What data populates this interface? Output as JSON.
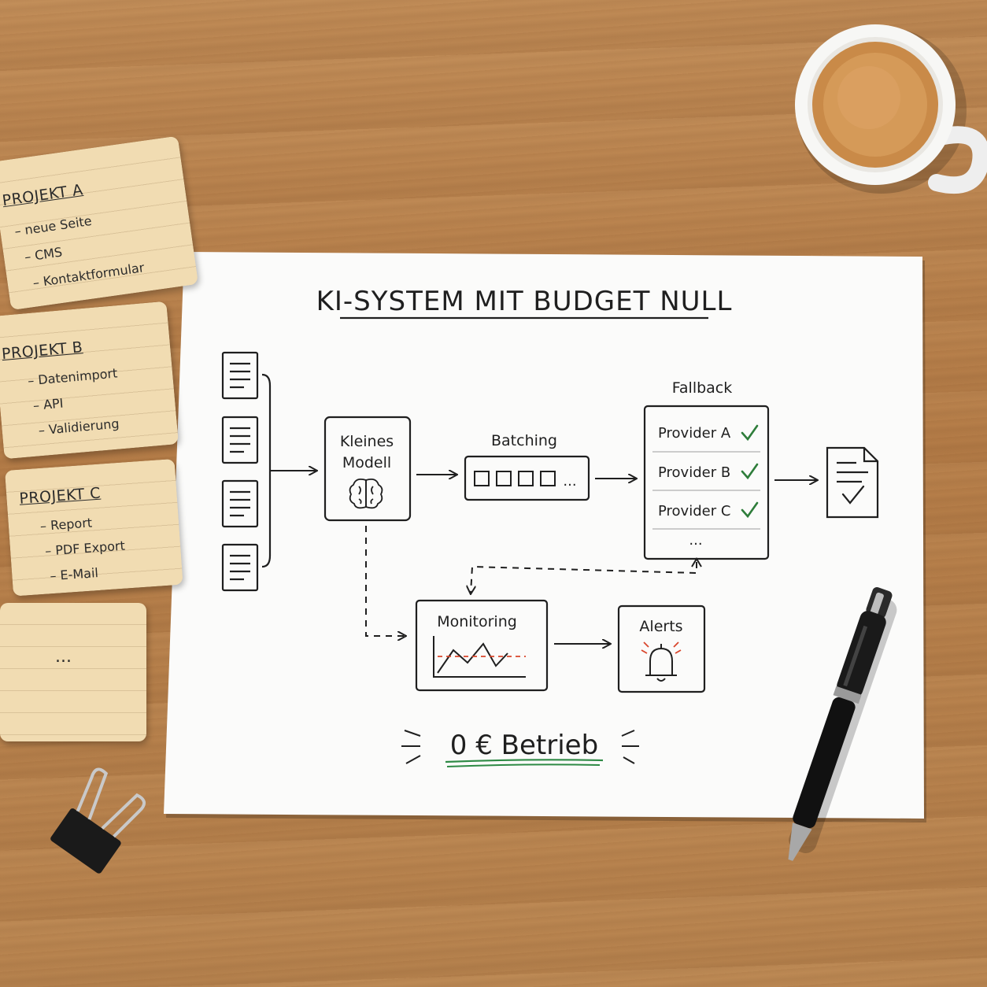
{
  "diagram": {
    "title": "KI-SYSTEM MIT BUDGET NULL",
    "model_box": {
      "label_line1": "Kleines",
      "label_line2": "Modell",
      "icon": "brain-icon"
    },
    "batching": {
      "label": "Batching",
      "dots": "..."
    },
    "fallback": {
      "label": "Fallback",
      "providers": [
        "Provider A",
        "Provider B",
        "Provider C"
      ],
      "more": "..."
    },
    "monitoring": {
      "label": "Monitoring",
      "icon": "line-chart-icon"
    },
    "alerts": {
      "label": "Alerts",
      "icon": "bell-icon"
    },
    "footer": "0 € Betrieb",
    "colors": {
      "check": "#2e7d3a",
      "threshold": "#d9452b",
      "underline": "#2e8a45"
    }
  },
  "notes": [
    {
      "title": "PROJEKT A",
      "items": [
        "neue Seite",
        "CMS",
        "Kontaktformular"
      ]
    },
    {
      "title": "PROJEKT B",
      "items": [
        "Datenimport",
        "API",
        "Validierung"
      ]
    },
    {
      "title": "PROJEKT C",
      "items": [
        "Report",
        "PDF Export",
        "E-Mail"
      ]
    },
    {
      "title": "",
      "items": [
        "..."
      ]
    }
  ]
}
